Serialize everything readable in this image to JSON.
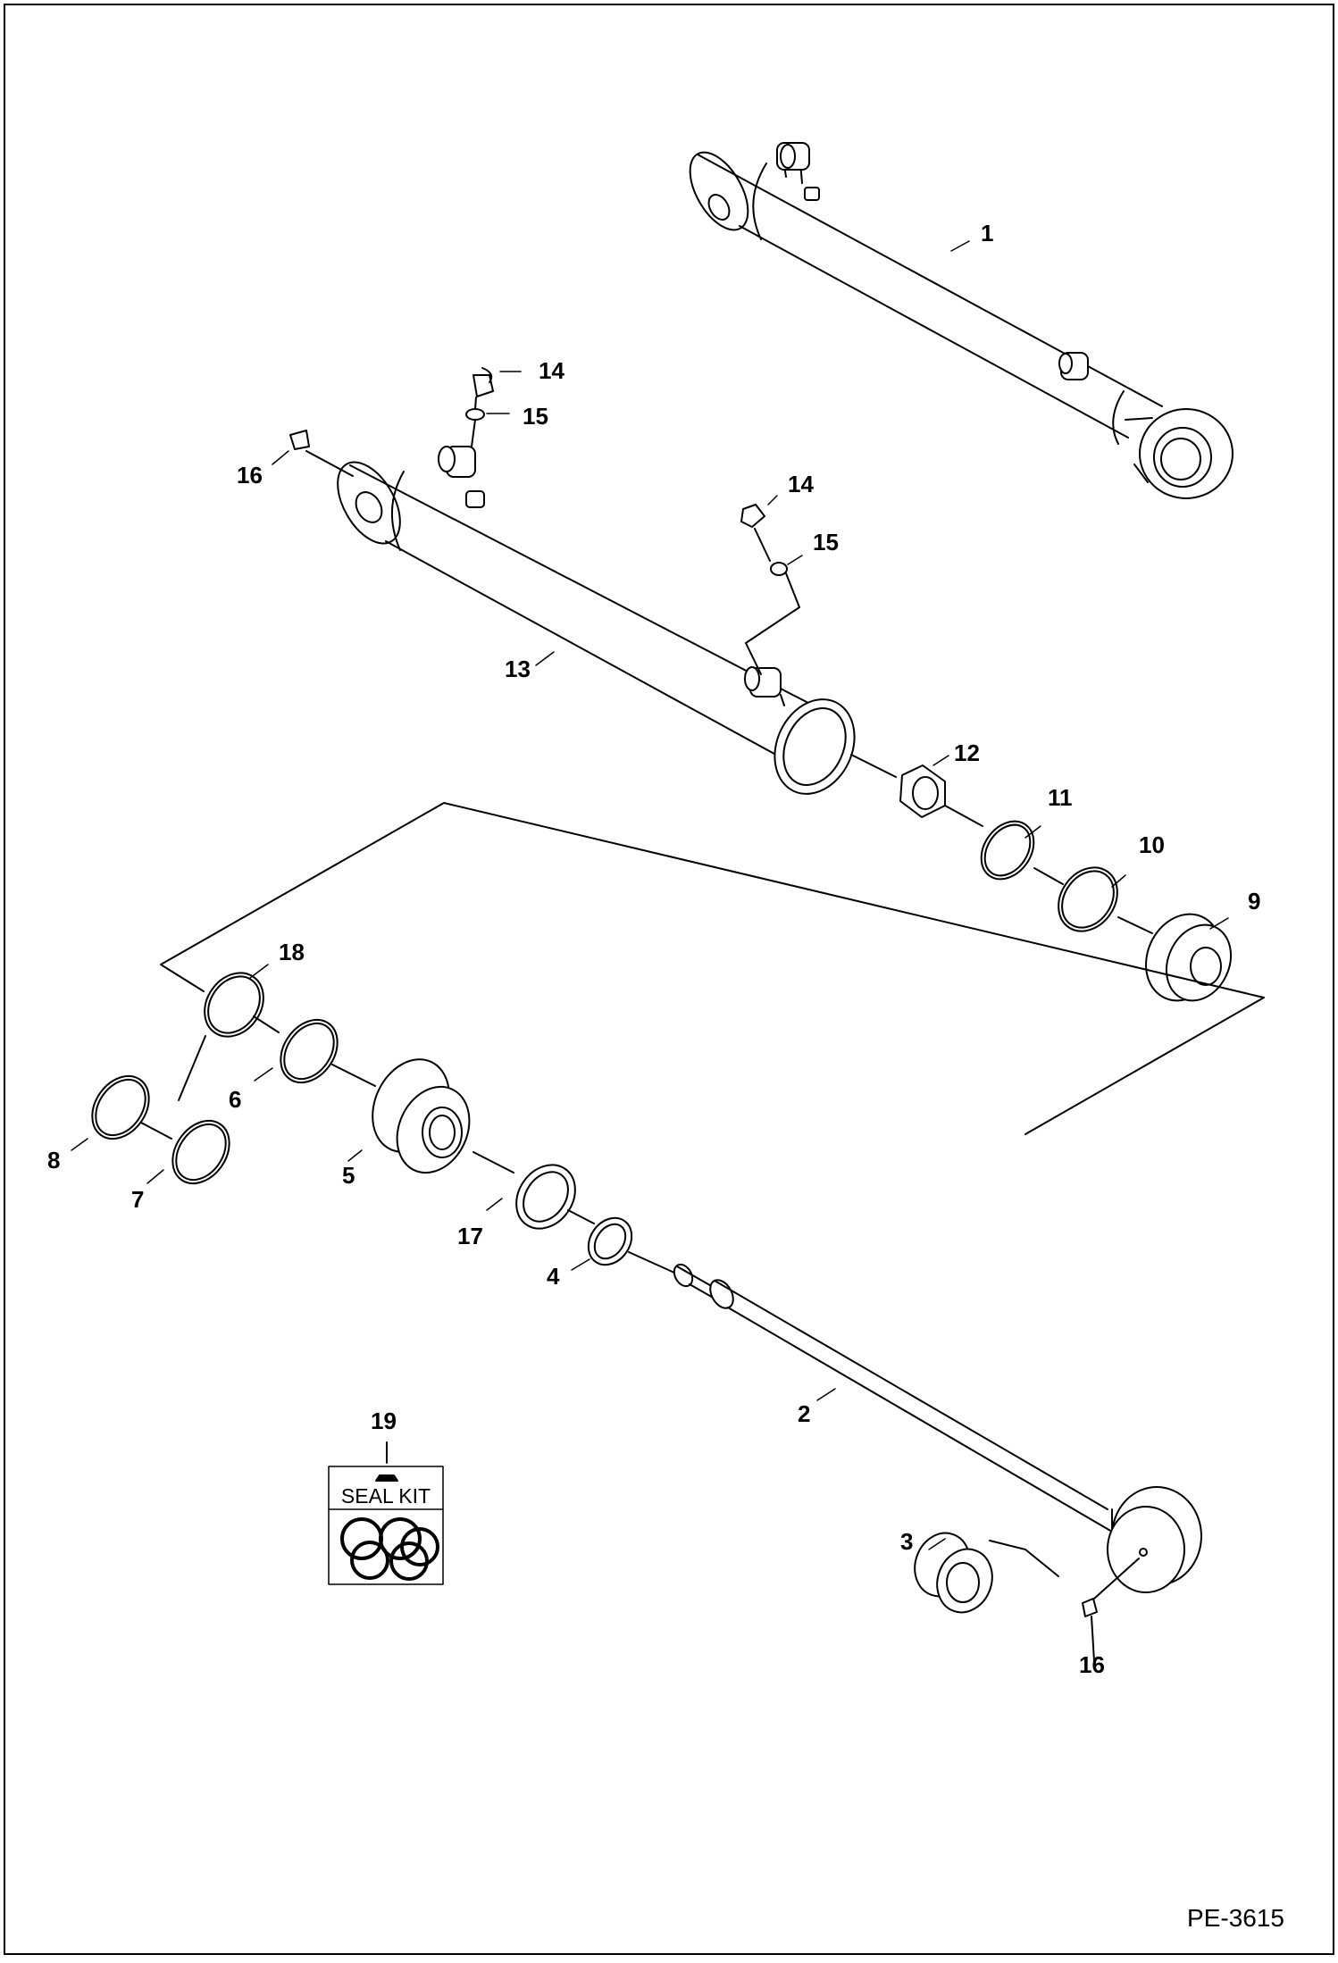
{
  "diagram": {
    "drawing_number": "PE-3615",
    "seal_kit_label": "SEAL KIT",
    "callouts": {
      "c1": "1",
      "c2": "2",
      "c3": "3",
      "c4": "4",
      "c5": "5",
      "c6": "6",
      "c7": "7",
      "c8": "8",
      "c9": "9",
      "c10": "10",
      "c11": "11",
      "c12": "12",
      "c13": "13",
      "c14a": "14",
      "c14b": "14",
      "c15a": "15",
      "c15b": "15",
      "c16a": "16",
      "c16b": "16",
      "c17": "17",
      "c18": "18",
      "c19": "19"
    }
  }
}
